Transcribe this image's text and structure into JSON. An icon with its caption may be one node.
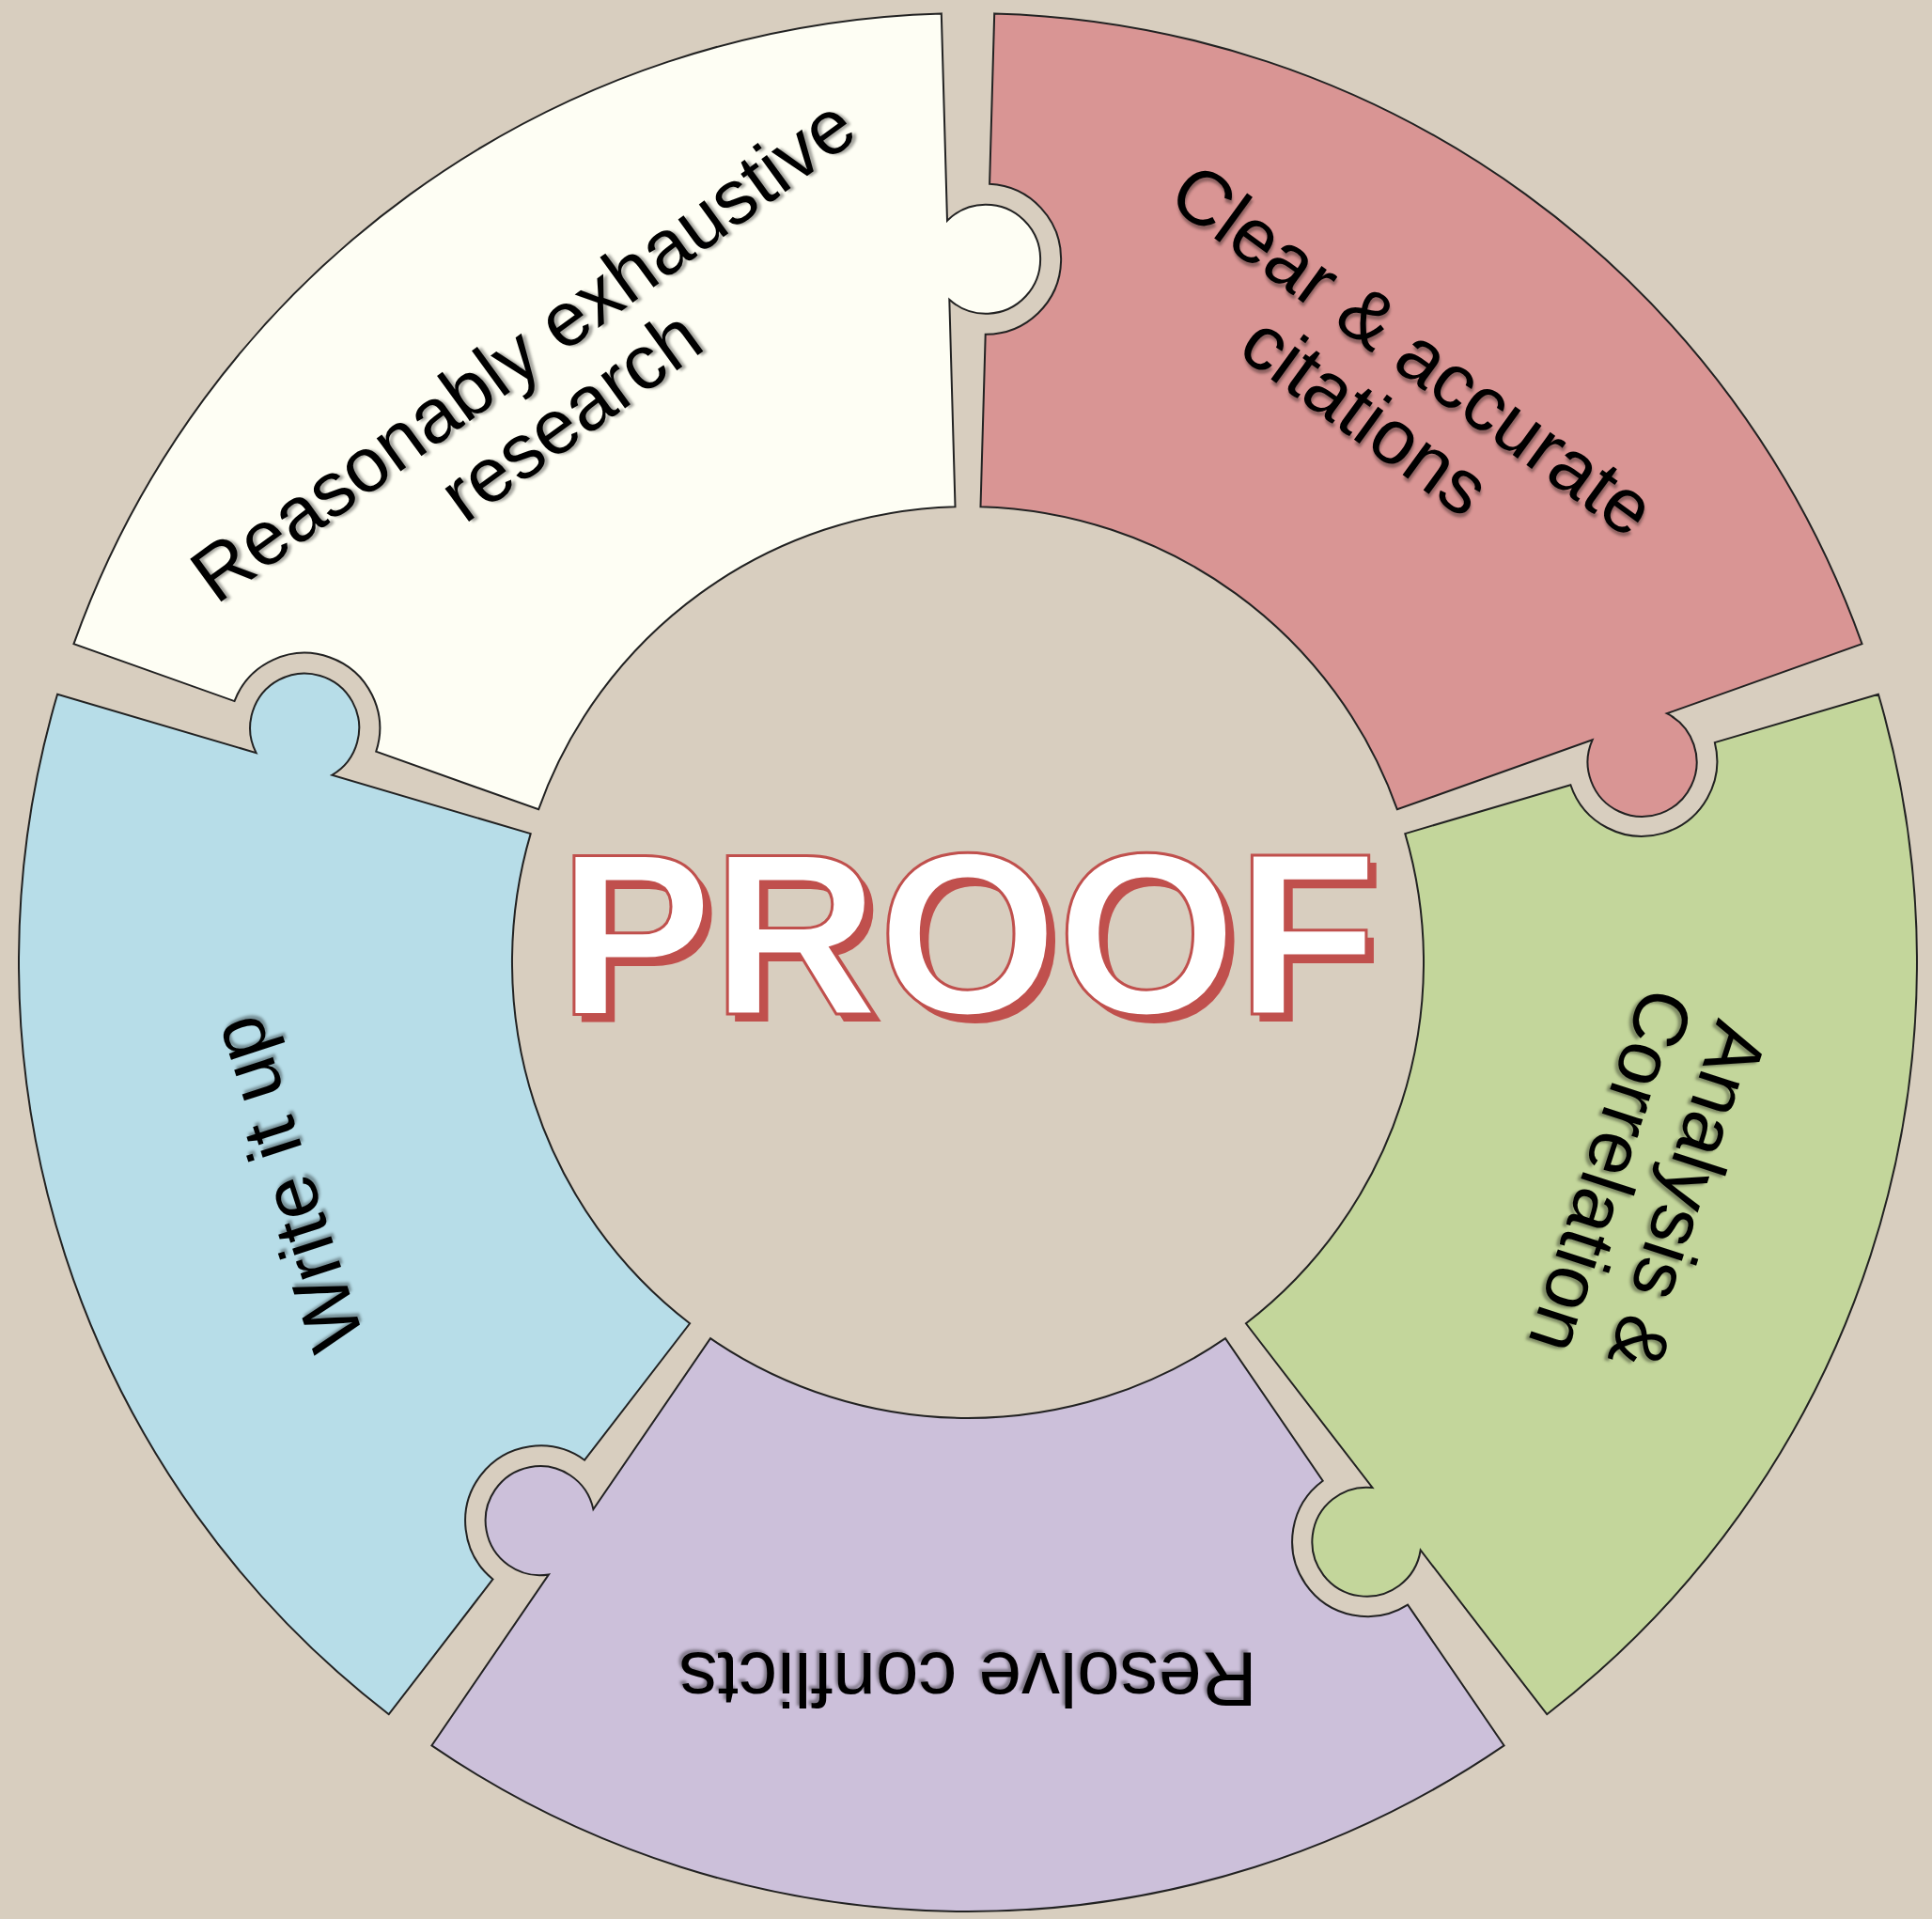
{
  "diagram": {
    "nodes": [
      {
        "text": [
          "Clear & accurate citations"
        ]
      },
      {
        "text": [
          "Analysis & Correlation"
        ]
      },
      {
        "text": [
          "Resolve conflicts"
        ]
      },
      {
        "text": [
          "Write it up"
        ]
      },
      {
        "text": [
          "Reasonably exhaustive research"
        ]
      }
    ],
    "labels": [
      "PROOF"
    ]
  }
}
